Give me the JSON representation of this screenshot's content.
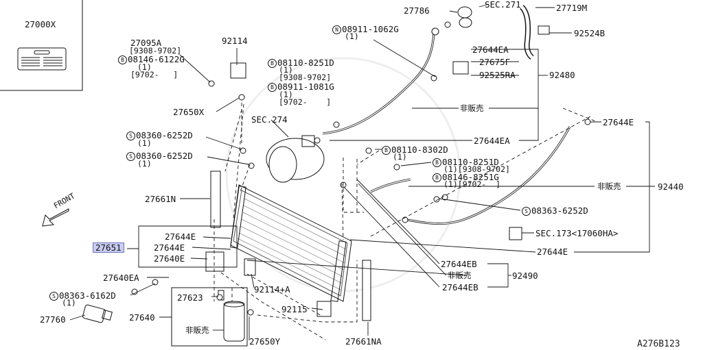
{
  "diagram_ref": "A276B123",
  "direction_label": "FRONT",
  "labels": {
    "p27000X": "27000X",
    "p27095A": "27095A",
    "p27095A_range": "[9308-9702]",
    "p08146_6122G": "08146-6122G",
    "qty1": "(1)",
    "range_9702": "[9702-   ]",
    "p92114": "92114",
    "p27650X": "27650X",
    "p08110_8251D": "08110-8251D",
    "range_9308_9702": "[9308-9702]",
    "p08911_1081G": "08911-1081G",
    "range_9702b": "[9702-    ]",
    "sec274": "SEC.274",
    "p08360_6252D_a": "08360-6252D",
    "p08360_6252D_b": "08360-6252D",
    "p27661N": "27661N",
    "p27651": "27651",
    "p27644E_a": "27644E",
    "p27644E_b": "27644E",
    "p27640E": "27640E",
    "p27640EA": "27640EA",
    "p08363_6162D": "08363-6162D",
    "p27760": "27760",
    "p27623": "27623",
    "p27640": "27640",
    "not_sold": "非販売",
    "p27650Y": "27650Y",
    "p92114A": "92114+A",
    "p92115": "92115",
    "p27661NA": "27661NA",
    "p27786": "27786",
    "sec271": "SEC.271",
    "p27719M": "27719M",
    "p08911_1062G": "08911-1062G",
    "p92524B": "92524B",
    "p27644EA": "27644EA",
    "p27675F": "27675F",
    "p92525RA": "92525RA",
    "p92480": "92480",
    "p27644E_right": "27644E",
    "p27644EA_b": "27644EA",
    "p08110_8302D": "08110-8302D",
    "p08110_8251D_b": "08110-8251D",
    "range_1_9308_9702": "(1)[9308-9702]",
    "p08146_8251G": "08146-8251G",
    "range_1_9702": "(1)[9702-  ]",
    "p92440": "92440",
    "p08363_6252D": "08363-6252D",
    "sec173": "SEC.173<17060HA>",
    "p27644E_bottom": "27644E",
    "p27644EB_a": "27644EB",
    "p92490": "92490",
    "p27644EB_b": "27644EB"
  },
  "markers": {
    "B": "B",
    "S": "S",
    "N": "N"
  }
}
